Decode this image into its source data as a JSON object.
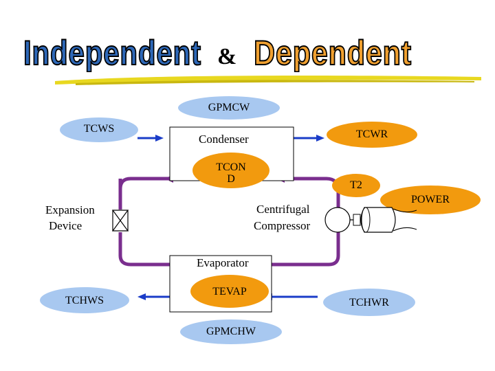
{
  "title": {
    "left": "Independent",
    "amp": "&",
    "right": "Dependent"
  },
  "colors": {
    "title_left_fill": "#2E68B8",
    "title_right_fill": "#F0A030",
    "blue_oval": "#A8C8F0",
    "orange_oval": "#F29A0E",
    "refrigerant_loop": "#7A2E8E",
    "water_line": "#1A3CC8",
    "underline": "#E8D820"
  },
  "labels": {
    "gpmcw": "GPMCW",
    "tcws": "TCWS",
    "condenser": "Condenser",
    "tcwr": "TCWR",
    "tcond_1": "TCON",
    "tcond_2": "D",
    "t2": "T2",
    "power": "POWER",
    "expansion_1": "Expansion",
    "expansion_2": "Device",
    "compressor_1": "Centrifugal",
    "compressor_2": "Compressor",
    "evaporator": "Evaporator",
    "tevap": "TEVAP",
    "tchws": "TCHWS",
    "tchwr": "TCHWR",
    "gpmchw": "GPMCHW"
  }
}
